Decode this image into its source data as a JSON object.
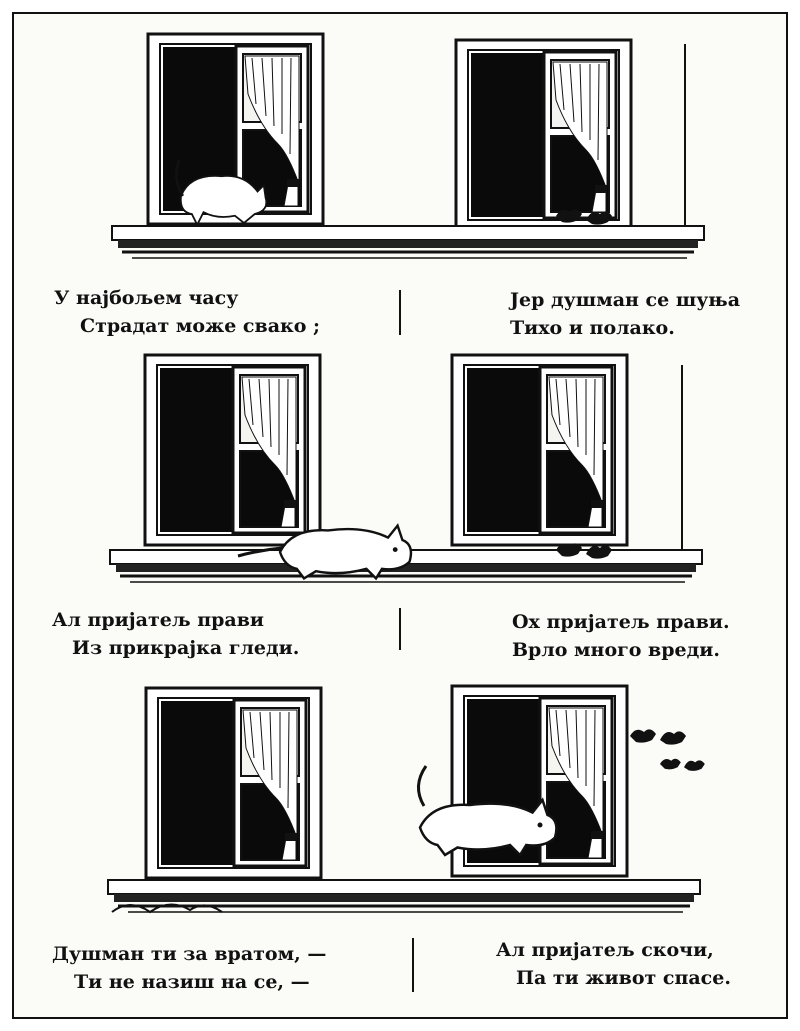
{
  "colors": {
    "ink": "#111111",
    "paper": "#fbfbf8"
  },
  "icons": {
    "cat": "cat-icon",
    "bird": "bird-icon",
    "signature": "signature-icon"
  },
  "verses": [
    {
      "line1": "У најбољем часу",
      "line2": "Страдат може свако ;"
    },
    {
      "line1": "Јер душман се шуња",
      "line2": "Тихо и полако."
    },
    {
      "line1": "Ал пријатељ прави",
      "line2": "Из прикрајка гледи."
    },
    {
      "line1": "Ох пријатељ прави.",
      "line2": "Врло много вреди."
    },
    {
      "line1": "Душман ти за вратом, —",
      "line2": "Ти не назиш на се, —"
    },
    {
      "line1": "Ал пријатељ скочи,",
      "line2": "Па ти живот спасе."
    }
  ]
}
